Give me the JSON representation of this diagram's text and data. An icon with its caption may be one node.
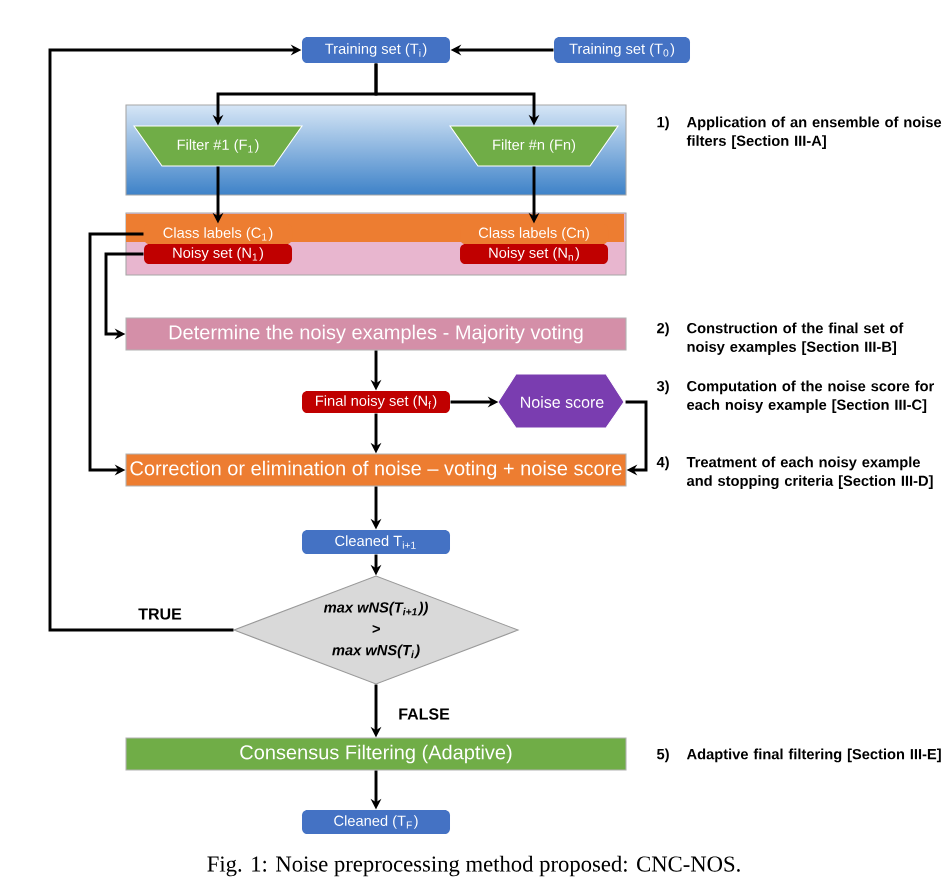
{
  "diagram": {
    "caption": "Fig. 1: Noise preprocessing method proposed: CNC-NOS.",
    "nodes": [
      {
        "text": [
          "Training set (T$_{i}$)"
        ]
      },
      {
        "text": [
          "Training set (T$_{0}$)"
        ]
      },
      {
        "text": [],
        "shape": "box"
      },
      {
        "text": [
          "Filter #1 (F$_{1}$)"
        ],
        "in": 2
      },
      {
        "text": [
          "Filter #n (Fn)"
        ],
        "in": 2
      },
      {
        "text": [],
        "shape": "box"
      },
      {
        "text": [
          "Class labels (C$_{1}$)"
        ],
        "in": 5
      },
      {
        "text": [
          "Noisy set (N$_{1}$)"
        ],
        "in": 5
      },
      {
        "text": [
          "Class labels (Cn)"
        ],
        "in": 5
      },
      {
        "text": [
          "Noisy set (N$_{n}$)"
        ],
        "in": 5
      },
      {
        "text": [
          "Determine the noisy examples - Majority voting"
        ]
      },
      {
        "text": [
          "Final noisy set (N$_{f}$)"
        ]
      },
      {
        "text": [
          "Noise score"
        ]
      },
      {
        "text": [
          "Correction or elimination of noise – voting + noise score"
        ]
      },
      {
        "text": [
          "Cleaned T$_{i+1}$"
        ]
      },
      {
        "text": [
          "max wNS(T$_{i+1}$))",
          ">",
          "max wNS(T$_{i}$)"
        ]
      },
      {
        "text": [
          "Consensus Filtering (Adaptive)"
        ]
      },
      {
        "text": [
          "Cleaned (T$_{F}$)"
        ]
      }
    ],
    "edges": [
      {
        "from": 1,
        "to": 0,
        "arrow": "to"
      },
      {
        "from": 0,
        "to": 3,
        "arrow": "to"
      },
      {
        "from": 0,
        "to": 4,
        "arrow": "to"
      },
      {
        "from": 3,
        "to": 6,
        "arrow": "to"
      },
      {
        "from": 4,
        "to": 8,
        "arrow": "to"
      },
      {
        "from": 6,
        "to": 13,
        "arrow": "to"
      },
      {
        "from": 7,
        "to": 10,
        "arrow": "to"
      },
      {
        "from": 10,
        "to": 11,
        "arrow": "to"
      },
      {
        "from": 11,
        "to": 12,
        "arrow": "to"
      },
      {
        "from": 11,
        "to": 13,
        "arrow": "to"
      },
      {
        "from": 12,
        "to": 13,
        "arrow": "to"
      },
      {
        "from": 13,
        "to": 14,
        "arrow": "to"
      },
      {
        "from": 14,
        "to": 15,
        "arrow": "to"
      },
      {
        "from": 15,
        "to": 0,
        "arrow": "to",
        "label": "TRUE"
      },
      {
        "from": 15,
        "to": 16,
        "arrow": "to",
        "label": "FALSE"
      },
      {
        "from": 16,
        "to": 17,
        "arrow": "to"
      }
    ],
    "labels": [
      "1)",
      "Application of an ensemble of noise filters [Section III-A]",
      "2)",
      "Construction of the final set of noisy examples [Section III-B]",
      "3)",
      "Computation of the noise score for each noisy example [Section III-C]",
      "4)",
      "Treatment of each noisy example and stopping criteria [Section III-D]",
      "5)",
      "Adaptive final filtering [Section III-E]"
    ]
  }
}
